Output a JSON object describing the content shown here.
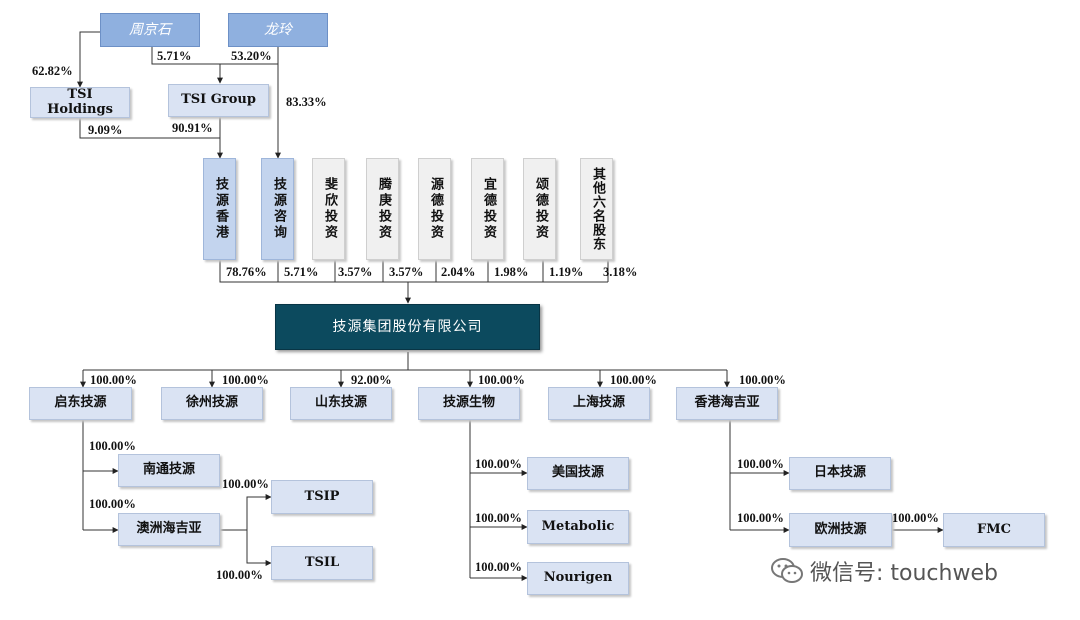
{
  "nodes": {
    "zhou_jingshi": "周京石",
    "long_ling": "龙玲",
    "tsi_holdings": "TSI Holdings",
    "tsi_group": "TSI Group",
    "jiyuan_hk": "技源香港",
    "jiyuan_consult": "技源咨询",
    "feixin": "斐欣投资",
    "tenggeng": "腾庚投资",
    "yuande": "源德投资",
    "yide": "宜德投资",
    "songde": "颂德投资",
    "others": "其他六名股东",
    "group": "技源集团股份有限公司",
    "qidong": "启东技源",
    "xuzhou": "徐州技源",
    "shandong": "山东技源",
    "bio": "技源生物",
    "shanghai": "上海技源",
    "hk_haijiya": "香港海吉亚",
    "nantong": "南通技源",
    "au_haijiya": "澳洲海吉亚",
    "tsip": "TSIP",
    "tsil": "TSIL",
    "us": "美国技源",
    "metabolic": "Metabolic",
    "nourigen": "Nourigen",
    "japan": "日本技源",
    "europe": "欧洲技源",
    "fmc": "FMC"
  },
  "percentages": {
    "zhou_to_tsih": "62.82%",
    "zhou_to_tsig": "5.71%",
    "long_to_tsig": "53.20%",
    "long_to_consult": "83.33%",
    "tsih_to_hk": "9.09%",
    "tsig_to_hk": "90.91%",
    "hk_share": "78.76%",
    "consult_share": "5.71%",
    "feixin_share": "3.57%",
    "tenggeng_share": "3.57%",
    "yuande_share": "2.04%",
    "yide_share": "1.98%",
    "songde_share": "1.19%",
    "others_share": "3.18%",
    "qidong": "100.00%",
    "xuzhou": "100.00%",
    "shandong": "92.00%",
    "bio": "100.00%",
    "shanghai": "100.00%",
    "hk_haijiya": "100.00%",
    "nantong": "100.00%",
    "au_haijiya": "100.00%",
    "tsip": "100.00%",
    "tsil": "100.00%",
    "us": "100.00%",
    "metabolic": "100.00%",
    "nourigen": "100.00%",
    "japan": "100.00%",
    "europe": "100.00%",
    "fmc": "100.00%"
  },
  "watermark": {
    "text": "微信号: touchweb",
    "icon": "wechat-icon"
  }
}
